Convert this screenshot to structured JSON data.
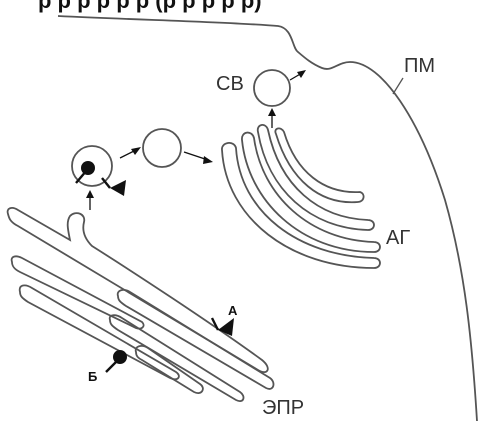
{
  "header_fragment": "р р р р р р (р р р р р)",
  "labels": {
    "vesicle": "СВ",
    "plasma_membrane": "ПМ",
    "golgi": "АГ",
    "er": "ЭПР",
    "protein_a": "А",
    "protein_b": "Б"
  },
  "colors": {
    "stroke": "#555555",
    "marker": "#111111",
    "text": "#333333"
  }
}
